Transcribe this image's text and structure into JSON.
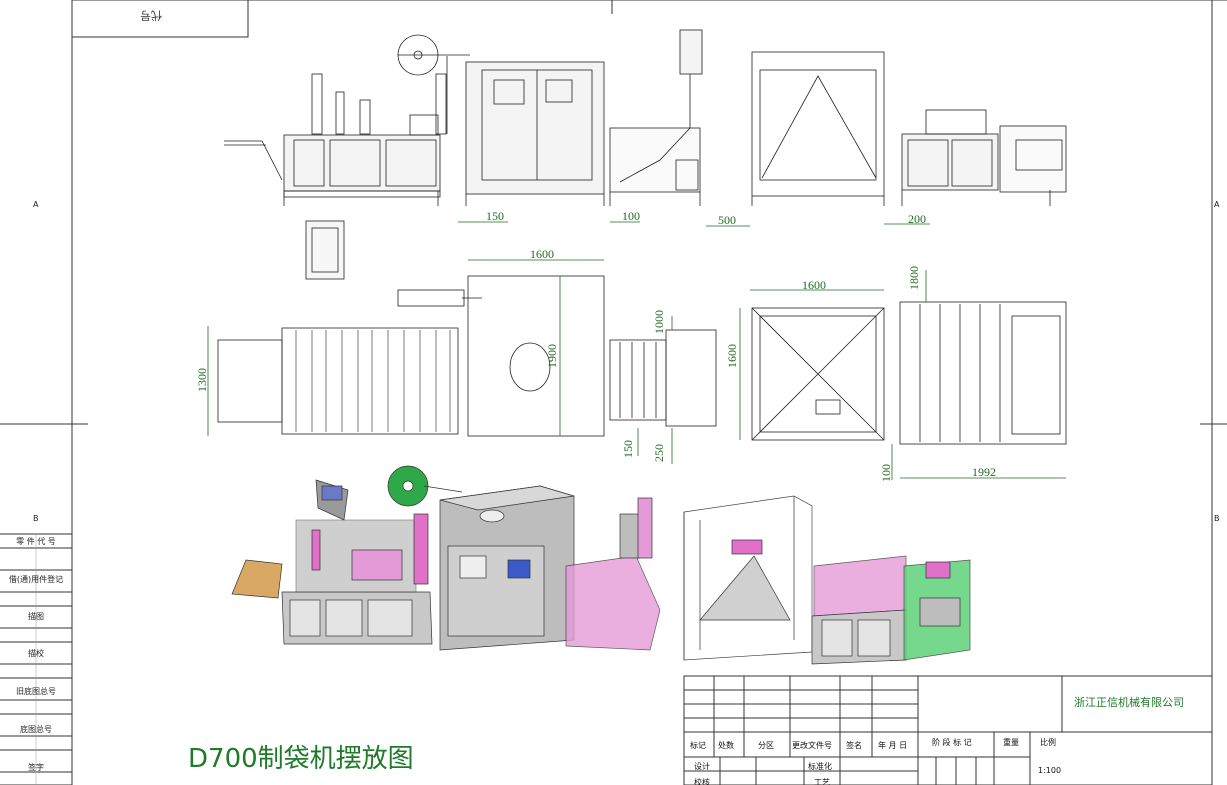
{
  "drawing": {
    "title": "D700制袋机摆放图",
    "stamp_mirrored": "代号",
    "company": "浙江正信机械有限公司",
    "zones": {
      "a": "A",
      "b": "B"
    }
  },
  "dimensions": {
    "side_view": [
      "150",
      "100",
      "500",
      "200"
    ],
    "top_view": {
      "w1600a": "1600",
      "h1900": "1900",
      "h1300": "1300",
      "h1000": "1000",
      "h150": "150",
      "h250": "250",
      "w1600b": "1600",
      "h1600": "1600",
      "h1800": "1800",
      "w1992": "1992",
      "h100": "100"
    }
  },
  "left_column": [
    "零 件 代 号",
    "借(通)用件登记",
    "描图",
    "描校",
    "旧底图总号",
    "底图总号",
    "签字"
  ],
  "title_block": {
    "header": [
      "标记",
      "处数",
      "分区",
      "更改文件号",
      "签名",
      "年 月 日"
    ],
    "row_design": "设计",
    "row_standard": "标准化",
    "stage_mark": "阶 段 标 记",
    "weight": "重量",
    "scale_label": "比例",
    "scale_value": "1:100",
    "partial_left": "校核",
    "partial_right": "工艺"
  },
  "colors": {
    "dimension": "#1f6b1f",
    "machine_body": "#c8c8c8",
    "accent_pink": "#e59ad8",
    "accent_green": "#2fa84a",
    "accent_orange": "#d9a865"
  }
}
